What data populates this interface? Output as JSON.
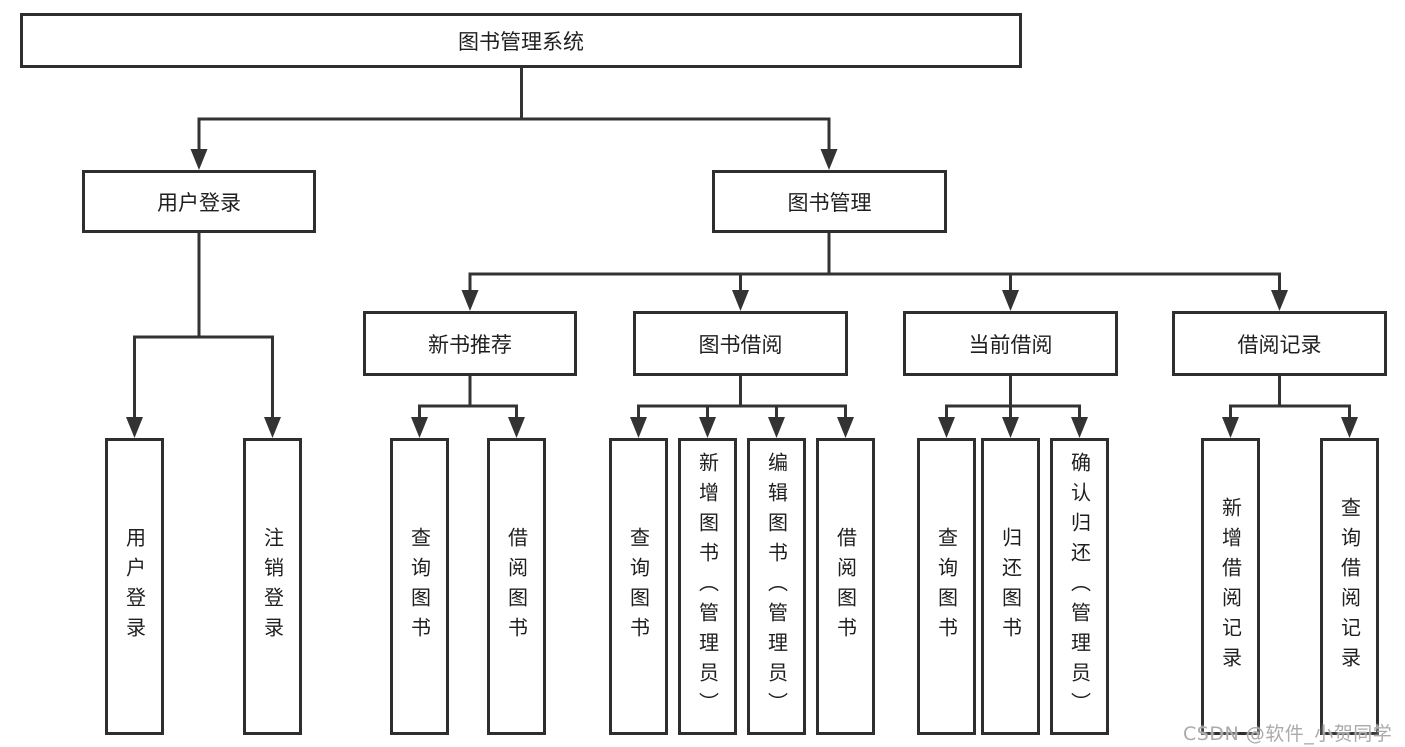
{
  "title": "图书管理系统",
  "tree": {
    "label": "图书管理系统",
    "children": [
      {
        "label": "用户登录",
        "children": [
          {
            "label": "用户登录"
          },
          {
            "label": "注销登录"
          }
        ]
      },
      {
        "label": "图书管理",
        "children": [
          {
            "label": "新书推荐",
            "children": [
              {
                "label": "查询图书"
              },
              {
                "label": "借阅图书"
              }
            ]
          },
          {
            "label": "图书借阅",
            "children": [
              {
                "label": "查询图书"
              },
              {
                "label": "新增图书（管理员）"
              },
              {
                "label": "编辑图书（管理员）"
              },
              {
                "label": "借阅图书"
              }
            ]
          },
          {
            "label": "当前借阅",
            "children": [
              {
                "label": "查询图书"
              },
              {
                "label": "归还图书"
              },
              {
                "label": "确认归还（管理员）"
              }
            ]
          },
          {
            "label": "借阅记录",
            "children": [
              {
                "label": "新增借阅记录"
              },
              {
                "label": "查询借阅记录"
              }
            ]
          }
        ]
      }
    ]
  },
  "watermark": "CSDN @软件_小贺同学",
  "colors": {
    "line": "#333333",
    "border": "#2e2e2e",
    "text": "#1f1f1f",
    "watermark": "#ababab",
    "background": "#ffffff"
  }
}
